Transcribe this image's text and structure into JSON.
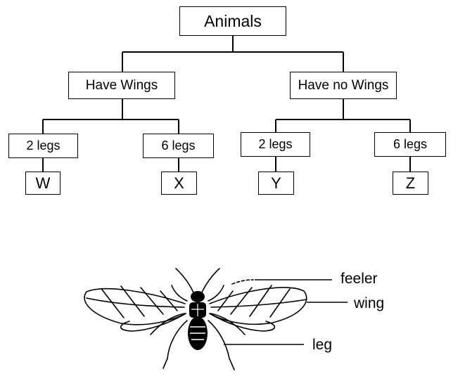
{
  "classification_key": {
    "root": "Animals",
    "branches": [
      {
        "label": "Have Wings",
        "groups": [
          {
            "legs": "2 legs",
            "letter": "W"
          },
          {
            "legs": "6 legs",
            "letter": "X"
          }
        ]
      },
      {
        "label": "Have no Wings",
        "groups": [
          {
            "legs": "2 legs",
            "letter": "Y"
          },
          {
            "legs": "6 legs",
            "letter": "Z"
          }
        ]
      }
    ]
  },
  "insect": {
    "labels": {
      "feeler": "feeler",
      "wing": "wing",
      "leg": "leg"
    }
  }
}
